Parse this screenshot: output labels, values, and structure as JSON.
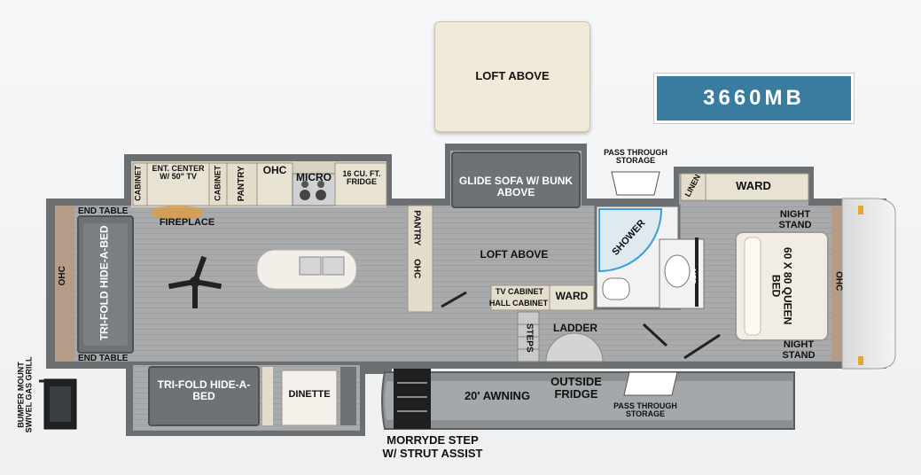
{
  "model": "3660MB",
  "loft_box": "LOFT ABOVE",
  "labels": {
    "end_table_top": "END TABLE",
    "end_table_bottom": "END TABLE",
    "ohc_left": "OHC",
    "trifold_left": "TRI-FOLD HIDE-A-BED",
    "cabinet_1": "CABINET",
    "ent_center": "ENT. CENTER W/ 50\" TV",
    "cabinet_2": "CABINET",
    "pantry_1": "PANTRY",
    "ohc_kitchen": "OHC",
    "micro": "MICRO",
    "fridge": "16 CU. FT. FRIDGE",
    "fireplace": "FIREPLACE",
    "pantry_2": "PANTRY",
    "ohc_mid": "OHC",
    "glide_sofa": "GLIDE SOFA W/ BUNK ABOVE",
    "loft_above": "LOFT ABOVE",
    "tv_cabinet": "TV CABINET",
    "hall_cabinet": "HALL CABINET",
    "ward_mid": "WARD",
    "steps": "STEPS",
    "ladder": "LADDER",
    "pass_through_top": "PASS THROUGH STORAGE",
    "shower": "SHOWER",
    "med": "MED",
    "linen": "LINEN",
    "ward_top": "WARD",
    "night_stand_top": "NIGHT STAND",
    "queen_bed": "60 x 80 QUEEN BED",
    "night_stand_bottom": "NIGHT STAND",
    "ohc_right": "OHC",
    "trifold_slide": "TRI-FOLD HIDE-A-BED",
    "dinette": "DINETTE",
    "awning": "20' AWNING",
    "outside_fridge": "OUTSIDE FRIDGE",
    "pass_through_bottom": "PASS THROUGH STORAGE",
    "grill": "BUMPER MOUNT SWIVEL GAS GRILL",
    "morryde_line1": "MORRYDE STEP",
    "morryde_line2": "W/ STRUT ASSIST"
  },
  "colors": {
    "accent": "#3a7ba0",
    "floor": "#a9abac",
    "wall": "#6e7173",
    "counter": "#d9d2c2",
    "loft": "#f1ead8"
  }
}
